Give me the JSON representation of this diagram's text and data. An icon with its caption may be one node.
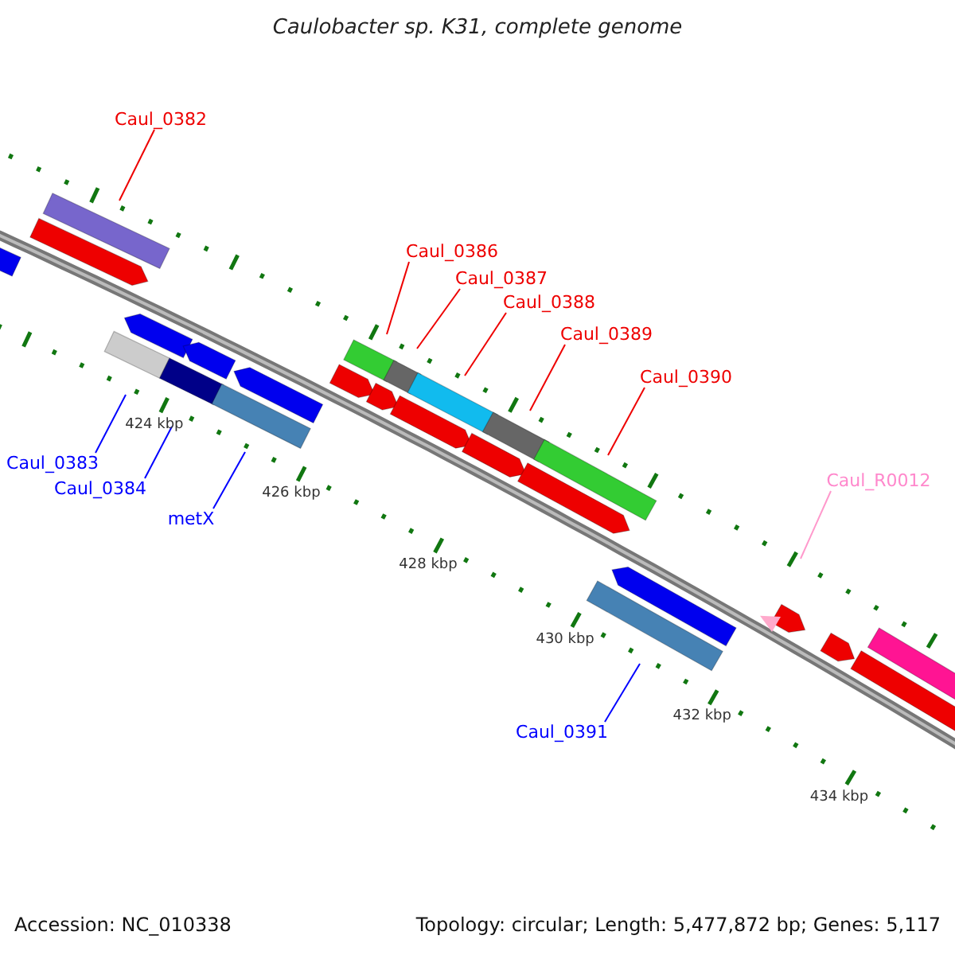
{
  "diagram": {
    "title": "Caulobacter sp. K31, complete genome",
    "nodes": [
      {
        "text": [
          "Caul_0382"
        ]
      },
      {
        "text": [],
        "shape": "bar"
      },
      {
        "text": [
          "Caul_0386"
        ]
      },
      {
        "text": [],
        "shape": "bar"
      },
      {
        "text": [
          "Caul_0387"
        ]
      },
      {
        "text": [],
        "shape": "bar"
      },
      {
        "text": [
          "Caul_0388"
        ]
      },
      {
        "text": [],
        "shape": "bar"
      },
      {
        "text": [
          "Caul_0389"
        ]
      },
      {
        "text": [],
        "shape": "bar"
      },
      {
        "text": [
          "Caul_0390"
        ]
      },
      {
        "text": [],
        "shape": "bar"
      },
      {
        "text": [
          "Caul_R0012"
        ]
      },
      {
        "text": [
          "Caul_0383"
        ]
      },
      {
        "text": [],
        "shape": "bar"
      },
      {
        "text": [
          "Caul_0384"
        ]
      },
      {
        "text": [],
        "shape": "bar"
      },
      {
        "text": [
          "metX"
        ]
      },
      {
        "text": [],
        "shape": "bar"
      },
      {
        "text": [
          "Caul_0391"
        ]
      },
      {
        "text": [],
        "shape": "bar"
      }
    ],
    "edges": [
      {
        "from": 0,
        "to": 1,
        "arrow": "none"
      },
      {
        "from": 2,
        "to": 3,
        "arrow": "none"
      },
      {
        "from": 4,
        "to": 5,
        "arrow": "none"
      },
      {
        "from": 6,
        "to": 7,
        "arrow": "none"
      },
      {
        "from": 8,
        "to": 9,
        "arrow": "none"
      },
      {
        "from": 10,
        "to": 11,
        "arrow": "none"
      },
      {
        "from": 12,
        "to": null,
        "arrow": "none",
        "color": "#ff99cc"
      },
      {
        "from": 13,
        "to": 14,
        "arrow": "none",
        "color": "#0000ff"
      },
      {
        "from": 15,
        "to": 16,
        "arrow": "none",
        "color": "#0000ff"
      },
      {
        "from": 17,
        "to": 18,
        "arrow": "none",
        "color": "#0000ff"
      },
      {
        "from": 19,
        "to": 20,
        "arrow": "none",
        "color": "#0000ff"
      }
    ],
    "labels": [
      "424 kbp",
      "426 kbp",
      "428 kbp",
      "430 kbp",
      "432 kbp",
      "434 kbp",
      "Accession: NC_010338",
      "Topology: circular; Length: 5,477,872 bp; Genes: 5,117"
    ]
  }
}
